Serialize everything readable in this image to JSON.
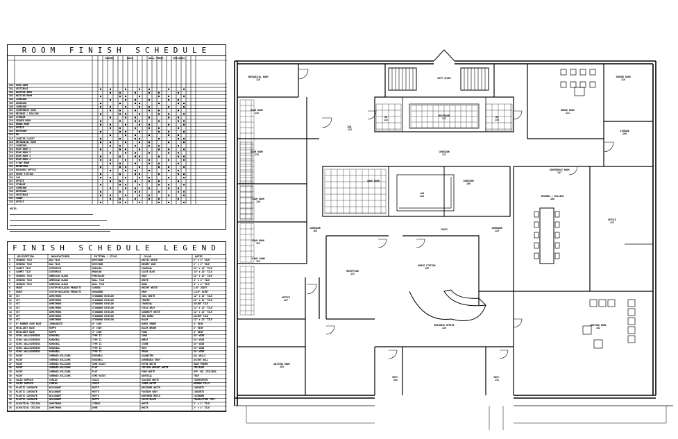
{
  "room_schedule": {
    "title": "ROOM FINISH SCHEDULE",
    "groups": [
      "FLOORS",
      "BASE",
      "WALL TREAT.",
      "CEILINGS"
    ],
    "rows": [
      [
        "100",
        "ROOM NAME"
      ],
      [
        "101",
        "VESTIBULE"
      ],
      [
        "102",
        "WAITING AREA"
      ],
      [
        "103",
        "WAITING ROOM"
      ],
      [
        "104",
        "CORRIDOR"
      ],
      [
        "105",
        "WORKROOM"
      ],
      [
        "106",
        "CORRIDOR"
      ],
      [
        "107",
        "CONFERENCE ROOM"
      ],
      [
        "108",
        "RECORDS / BILLING"
      ],
      [
        "109",
        "STORAGE"
      ],
      [
        "110",
        "SERVER ROOM"
      ],
      [
        "111",
        "BREAK ROOM"
      ],
      [
        "112",
        "OFFICE"
      ],
      [
        "113",
        "RESTROOM"
      ],
      [
        "114",
        "RR"
      ],
      [
        "115",
        "JANITOR CLOSET"
      ],
      [
        "116",
        "MECHANICAL ROOM"
      ],
      [
        "117",
        "CORRIDOR"
      ],
      [
        "118",
        "EXAM ROOM 1"
      ],
      [
        "119",
        "EXAM ROOM 2"
      ],
      [
        "120",
        "EXAM ROOM 3"
      ],
      [
        "121",
        "EXAM ROOM 4"
      ],
      [
        "122",
        "X-RAY ROOM"
      ],
      [
        "123",
        "RECEPTION"
      ],
      [
        "124",
        "BUSINESS OFFICE"
      ],
      [
        "125",
        "NURSE STATION"
      ],
      [
        "126",
        "LAB"
      ],
      [
        "127",
        "OFFICE"
      ],
      [
        "128",
        "STORAGE"
      ],
      [
        "129",
        "CORRIDOR"
      ],
      [
        "130",
        "RESTROOM"
      ],
      [
        "131",
        "VESTIBULE"
      ],
      [
        "132",
        "LOBBY"
      ],
      [
        "133",
        "OFFICE"
      ]
    ]
  },
  "legend": {
    "title": "FINISH SCHEDULE LEGEND",
    "headers": [
      "DESCRIPTION",
      "MANUFACTURER",
      "PATTERN / STYLE",
      "COLOR",
      "NOTES"
    ],
    "rows": [
      [
        "CERAMIC TILE",
        "DAL-TILE",
        "KEYSTONE",
        "ARCTIC WHITE",
        "2\" x 2\" TILE"
      ],
      [
        "CERAMIC TILE",
        "DAL-TILE",
        "KEYSTONE",
        "DESERT GRAY",
        "2\" x 2\" TILE"
      ],
      [
        "CARPET TILE",
        "INTERFACE",
        "MODULAR",
        "CHARCOAL",
        "24\" x 24\" TILE"
      ],
      [
        "CARPET TILE",
        "INTERFACE",
        "MODULAR",
        "SLATE BLUE",
        "24\" x 24\" TILE"
      ],
      [
        "CERAMIC TILE",
        "AMERICAN OLEAN",
        "PORCELAIN",
        "GRAY",
        "12\" x 12\" TILE"
      ],
      [
        "CERAMIC TILE",
        "AMERICAN OLEAN",
        "WALL TILE",
        "WHITE",
        "4\" x 4\" TILE"
      ],
      [
        "CERAMIC TILE",
        "AMERICAN OLEAN",
        "WALL TILE",
        "BONE",
        "4\" x 4\" TILE"
      ],
      [
        "GROUT",
        "CUSTOM BUILDING PRODUCTS",
        "SANDED",
        "BRIGHT WHITE",
        "1/8\" JOINT"
      ],
      [
        "GROUT",
        "CUSTOM BUILDING PRODUCTS",
        "UNSANDED",
        "GRAY",
        "1/16\" JOINT"
      ],
      [
        "VCT",
        "ARMSTRONG",
        "STANDARD EXCELON",
        "COOL WHITE",
        "12\" x 12\" TILE"
      ],
      [
        "VCT",
        "ARMSTRONG",
        "STANDARD EXCELON",
        "PEWTER",
        "12\" x 12\" TILE"
      ],
      [
        "VCT",
        "ARMSTRONG",
        "STANDARD EXCELON",
        "CHARCOAL",
        "ACCENT TILE"
      ],
      [
        "VCT",
        "ARMSTRONG",
        "STANDARD EXCELON",
        "FIELD GRAY",
        "12\" x 12\" TILE"
      ],
      [
        "VCT",
        "ARMSTRONG",
        "STANDARD EXCELON",
        "SANDRIFT WHITE",
        "12\" x 12\" TILE"
      ],
      [
        "VCT",
        "ARMSTRONG",
        "STANDARD EXCELON",
        "SEA GREEN",
        "ACCENT TILE"
      ],
      [
        "VCT",
        "ARMSTRONG",
        "STANDARD EXCELON",
        "BLACK",
        "12\" x 12\" TILE"
      ],
      [
        "6\" RUBBER COVE BASE",
        "JOHNSONITE",
        "6\" COVE",
        "BURNT UMBER",
        "4\" HIGH"
      ],
      [
        "RESILIENT BASE",
        "ROPPE",
        "4\" COVE",
        "BLACK BROWN",
        "4\" HIGH"
      ],
      [
        "RESILIENT BASE",
        "ROPPE",
        "4\" COVE",
        "FAWN",
        "4\" HIGH"
      ],
      [
        "VINYL WALLCOVERING",
        "KOROSEAL",
        "TYPE II",
        "SAND",
        "54\" WIDE"
      ],
      [
        "VINYL WALLCOVERING",
        "KOROSEAL",
        "TYPE II",
        "WHEAT",
        "54\" WIDE"
      ],
      [
        "VINYL WALLCOVERING",
        "KOROSEAL",
        "TYPE II",
        "STONE",
        "54\" WIDE"
      ],
      [
        "VINYL WALLCOVERING",
        "KOROSEAL",
        "TYPE II",
        "MIST",
        "54\" WIDE"
      ],
      [
        "VINYL WALLCOVERING",
        "KOROSEAL",
        "TYPE II",
        "PEARL",
        "54\" WIDE"
      ],
      [
        "PAINT",
        "SHERWIN WILLIAMS",
        "EGGSHELL",
        "ALABASTER",
        "ALL WALLS"
      ],
      [
        "PAINT",
        "SHERWIN WILLIAMS",
        "EGGSHELL",
        "AGREEABLE GRAY",
        "ACCENT WALL"
      ],
      [
        "PAINT",
        "SHERWIN WILLIAMS",
        "SEMI-GLOSS",
        "EXTRA WHITE",
        "DOOR FRAMES"
      ],
      [
        "PAINT",
        "SHERWIN WILLIAMS",
        "FLAT",
        "CEILING BRIGHT WHITE",
        "CEILINGS"
      ],
      [
        "PAINT",
        "SHERWIN WILLIAMS",
        "FLAT",
        "PURE WHITE",
        "GYP. BD. CEILINGS"
      ],
      [
        "PAINT",
        "SHERWIN WILLIAMS",
        "SEMI-GLOSS",
        "DOVETAIL",
        "TRIM"
      ],
      [
        "SOLID SURFACE",
        "CORIAN",
        "SOLID",
        "GLACIER WHITE",
        "COUNTERTOPS"
      ],
      [
        "SOLID SURFACE",
        "CORIAN",
        "SOLID",
        "CAMEO WHITE",
        "WINDOW SILLS"
      ],
      [
        "PLASTIC LAMINATE",
        "WILSONART",
        "MATTE",
        "DESIGNER WHITE",
        "CABINETS"
      ],
      [
        "PLASTIC LAMINATE",
        "WILSONART",
        "MATTE",
        "FASHION GRAY",
        "CABINETS"
      ],
      [
        "PLASTIC LAMINATE",
        "WILSONART",
        "MATTE",
        "NORTHERN MAPLE",
        "CASEWORK"
      ],
      [
        "PLASTIC LAMINATE",
        "WILSONART",
        "MATTE",
        "SOLID BLACK",
        "TRANSACTION TOPS"
      ],
      [
        "ACOUSTICAL CEILING",
        "ARMSTRONG",
        "CIRRUS",
        "WHITE",
        "2' x 2' TILE"
      ],
      [
        "ACOUSTICAL CEILING",
        "ARMSTRONG",
        "DUNE",
        "WHITE",
        "2' x 4' TILE"
      ]
    ]
  },
  "plan": {
    "rooms": [
      {
        "name": "MECHANICAL ROOM",
        "num": "116"
      },
      {
        "name": "EXIT STAIR",
        "num": ""
      },
      {
        "name": "SERVER ROOM",
        "num": "110"
      },
      {
        "name": "EXAM ROOM",
        "num": "118"
      },
      {
        "name": "RR",
        "num": "114"
      },
      {
        "name": "RESTROOM",
        "num": "113"
      },
      {
        "name": "RR",
        "num": "130"
      },
      {
        "name": "BREAK ROOM",
        "num": "111"
      },
      {
        "name": "STORAGE",
        "num": "109"
      },
      {
        "name": "JAN.",
        "num": "115"
      },
      {
        "name": "CORRIDOR",
        "num": "117"
      },
      {
        "name": "EXAM ROOM",
        "num": "119"
      },
      {
        "name": "EXAM ROOM",
        "num": "120"
      },
      {
        "name": "EXAM ROOM",
        "num": "121"
      },
      {
        "name": "X-RAY ROOM",
        "num": "122"
      },
      {
        "name": "DARK ROOM",
        "num": ""
      },
      {
        "name": "LAB",
        "num": "126"
      },
      {
        "name": "CORRIDOR",
        "num": "106"
      },
      {
        "name": "CORRIDOR",
        "num": "104"
      },
      {
        "name": "CORRIDOR",
        "num": "129"
      },
      {
        "name": "COATS",
        "num": ""
      },
      {
        "name": "CONFERENCE ROOM",
        "num": "107"
      },
      {
        "name": "RECORDS / BILLING",
        "num": "108"
      },
      {
        "name": "OFFICE",
        "num": "112"
      },
      {
        "name": "OFFICE",
        "num": "127"
      },
      {
        "name": "RECEPTION",
        "num": "123"
      },
      {
        "name": "NURSE STATION",
        "num": "125"
      },
      {
        "name": "BUSINESS OFFICE",
        "num": "124"
      },
      {
        "name": "WAITING ROOM",
        "num": "103"
      },
      {
        "name": "WAITING AREA",
        "num": "102"
      },
      {
        "name": "VEST.",
        "num": "101"
      },
      {
        "name": "VEST.",
        "num": "131"
      }
    ]
  }
}
